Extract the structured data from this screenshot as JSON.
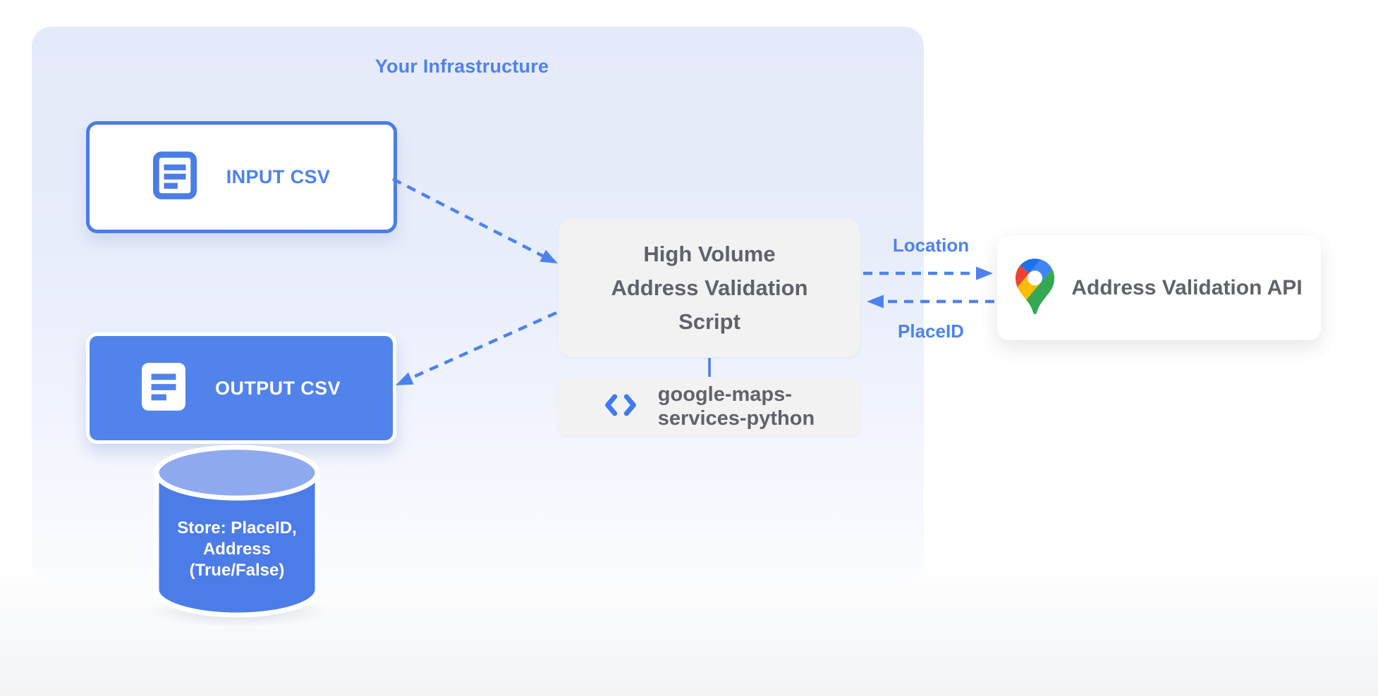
{
  "colors": {
    "accent_blue": "#4d82ee",
    "node_blue": "#5183ea",
    "border_blue": "#4a7de5",
    "cylinder_body": "#4c7ce8",
    "cylinder_top": "#8fa9ef",
    "gray_box": "#f2f2f3",
    "text_gray": "#5f6368",
    "container_top": "#e5eafa",
    "container_bottom": "#fbfcff",
    "pin_red": "#ea4335",
    "pin_blue": "#4285f4",
    "pin_dark_blue": "#1a73e8",
    "pin_yellow": "#fbbc04",
    "pin_green": "#34a853"
  },
  "container": {
    "title": "Your Infrastructure"
  },
  "nodes": {
    "input_csv": {
      "label": "INPUT CSV",
      "icon": "document-icon"
    },
    "output_csv": {
      "label": "OUTPUT CSV",
      "icon": "document-icon"
    },
    "datastore": {
      "lines": [
        "Store: PlaceID,",
        "Address",
        "(True/False)"
      ],
      "icon": "database-cylinder"
    },
    "script": {
      "lines": [
        "High Volume",
        "Address Validation",
        "Script"
      ]
    },
    "library": {
      "lines": [
        "google-maps-",
        "services-python"
      ],
      "icon": "code-icon"
    },
    "api": {
      "label": "Address Validation API",
      "icon": "google-maps-pin-icon"
    }
  },
  "edges": {
    "location_label": "Location",
    "placeid_label": "PlaceID"
  }
}
